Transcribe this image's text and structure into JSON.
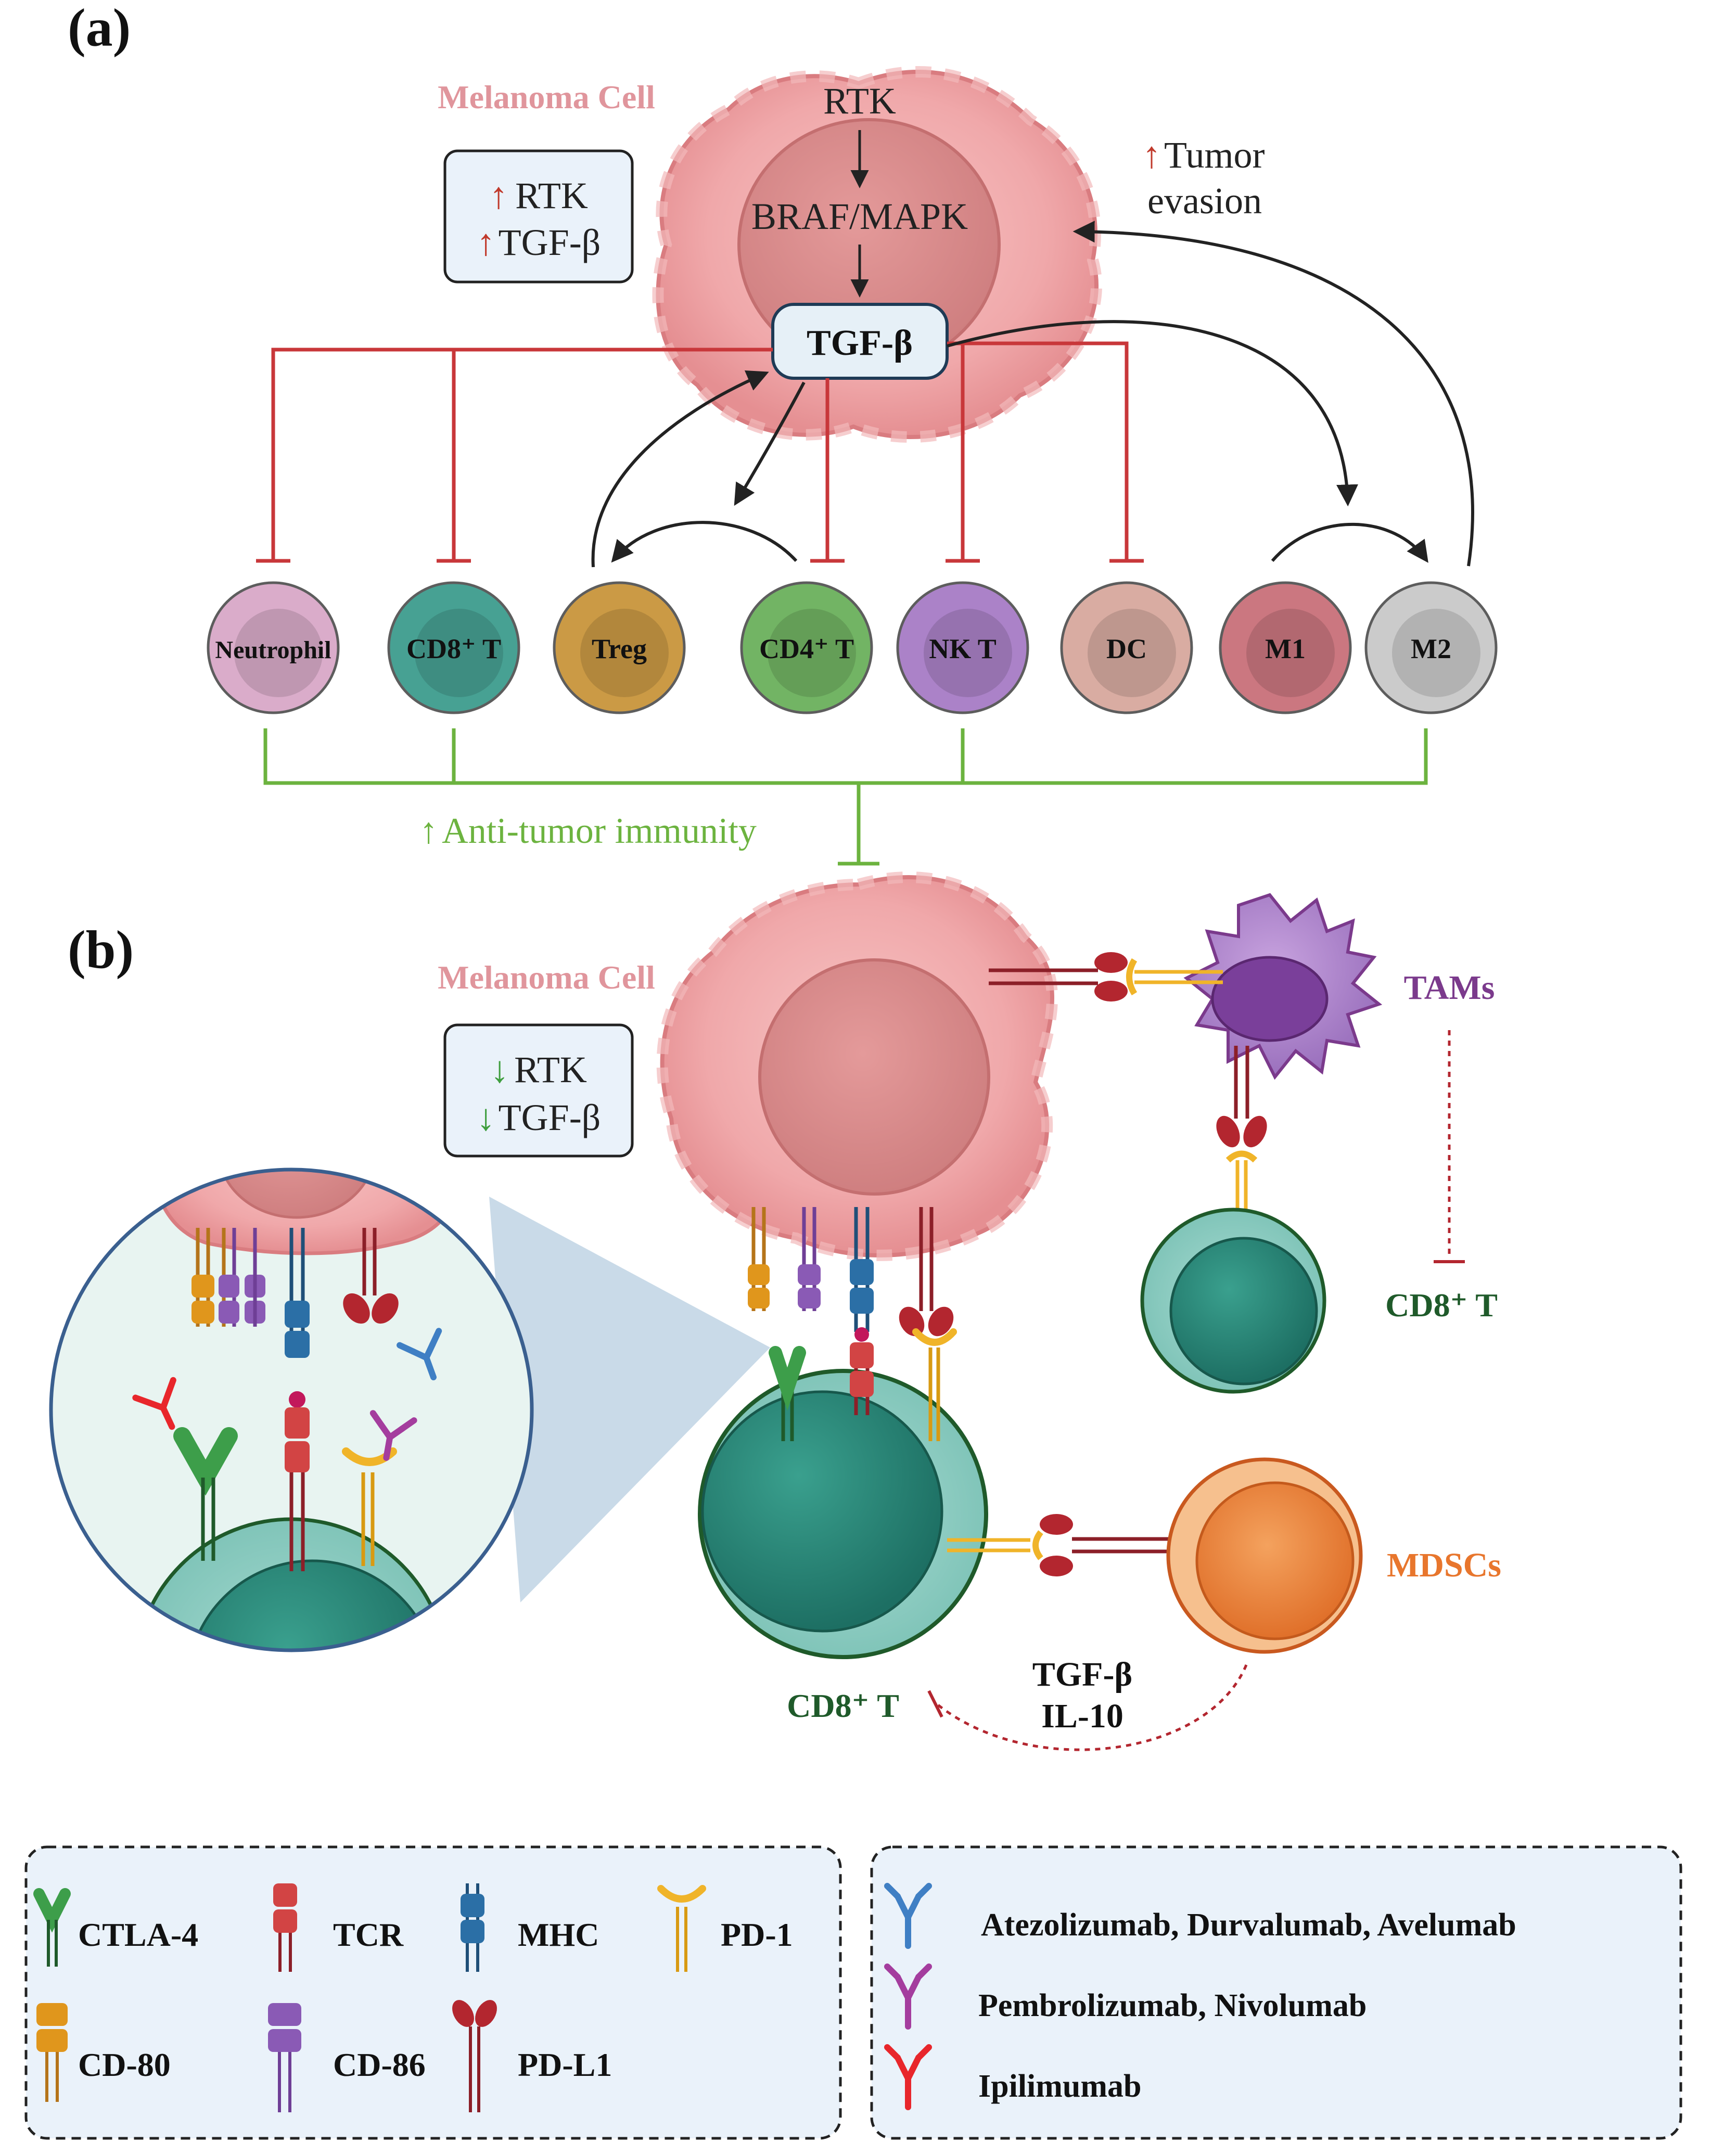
{
  "panel_a": {
    "label": "(a)",
    "melanoma_title": "Melanoma Cell",
    "up_box": {
      "line1": "RTK",
      "line2": "TGF-β",
      "arrow": "↑"
    },
    "pathway": {
      "rtk": "RTK",
      "braf": "BRAF/MAPK",
      "tgf": "TGF-β"
    },
    "tumor_evasion": {
      "line1": "Tumor",
      "line2": "evasion",
      "arrow": "↑"
    },
    "cells": [
      {
        "label": "Neutrophil",
        "color": "#d9a8c8"
      },
      {
        "label": "CD8⁺ T",
        "color": "#3e9c8e"
      },
      {
        "label": "Treg",
        "color": "#c9953c"
      },
      {
        "label": "CD4⁺ T",
        "color": "#6bb05c"
      },
      {
        "label": "NK T",
        "color": "#a77cc6"
      },
      {
        "label": "DC",
        "color": "#d8a89e"
      },
      {
        "label": "M1",
        "color": "#c9707a"
      },
      {
        "label": "M2",
        "color": "#c9c9c9"
      }
    ],
    "anti_tumor": {
      "arrow": "↑",
      "text": "Anti-tumor immunity"
    }
  },
  "panel_b": {
    "label": "(b)",
    "melanoma_title": "Melanoma Cell",
    "down_box": {
      "line1": "RTK",
      "line2": "TGF-β",
      "arrow": "↓"
    },
    "tams": "TAMs",
    "cd8_right": "CD8⁺ T",
    "mdscs": "MDSCs",
    "cd8_bottom": "CD8⁺ T",
    "cytokines": {
      "line1": "TGF-β",
      "line2": "IL-10"
    }
  },
  "legend_left": {
    "items": [
      {
        "label": "CTLA-4",
        "icon": "ctla4-icon",
        "color": "#3d9e4a"
      },
      {
        "label": "TCR",
        "icon": "tcr-icon",
        "color": "#d24444"
      },
      {
        "label": "MHC",
        "icon": "mhc-icon",
        "color": "#2b6fa6"
      },
      {
        "label": "PD-1",
        "icon": "pd1-icon",
        "color": "#f0b429"
      },
      {
        "label": "CD-80",
        "icon": "cd80-icon",
        "color": "#e0961c"
      },
      {
        "label": "CD-86",
        "icon": "cd86-icon",
        "color": "#8a5ab5"
      },
      {
        "label": "PD-L1",
        "icon": "pdl1-icon",
        "color": "#a8262f"
      }
    ]
  },
  "legend_right": {
    "items": [
      {
        "label": "Atezolizumab, Durvalumab, Avelumab",
        "icon": "antibody-blue-icon",
        "color": "#3f7fc4"
      },
      {
        "label": "Pembrolizumab, Nivolumab",
        "icon": "antibody-magenta-icon",
        "color": "#a43d9e"
      },
      {
        "label": "Ipilimumab",
        "icon": "antibody-red-icon",
        "color": "#e8262b"
      }
    ]
  },
  "colors": {
    "inhibit_red": "#c8373a",
    "anti_tumor_green": "#6cb33f",
    "arrow_up_red": "#c0392b",
    "arrow_down_green": "#3f9e3f",
    "melanoma_title": "#e0959c",
    "tams": "#7b3a8c",
    "cd8_label": "#1f5a2a",
    "mdscs": "#e8762d"
  }
}
